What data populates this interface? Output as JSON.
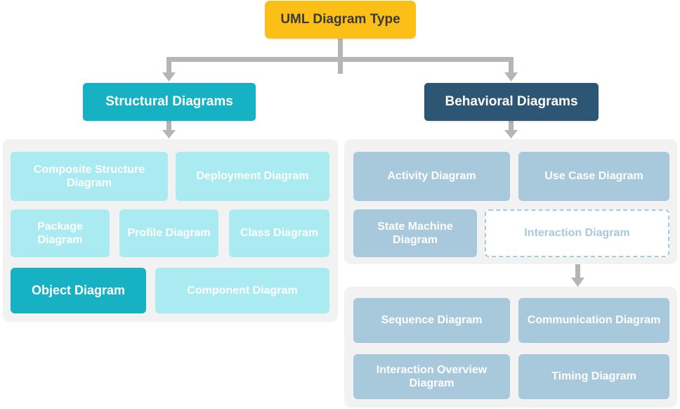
{
  "diagram": {
    "title": "UML Diagram Type",
    "colors": {
      "root": "#FBBF18",
      "structural_branch": "#16B2C3",
      "behavioral_branch": "#2C5674",
      "structural_leaf": "#A9EBF0",
      "structural_leaf_highlight": "#16B2C3",
      "behavioral_leaf": "#A8C9DC",
      "panel_background": "#F2F2F2",
      "connector": "#B5B5B5",
      "canvas": "#FFFFFF"
    },
    "root": {
      "label": "UML Diagram Type"
    },
    "branches": [
      {
        "id": "structural",
        "label": "Structural Diagrams",
        "children": [
          {
            "label": "Composite Structure Diagram",
            "highlighted": false
          },
          {
            "label": "Deployment Diagram",
            "highlighted": false
          },
          {
            "label": "Package Diagram",
            "highlighted": false
          },
          {
            "label": "Profile Diagram",
            "highlighted": false
          },
          {
            "label": "Class Diagram",
            "highlighted": false
          },
          {
            "label": "Object Diagram",
            "highlighted": true
          },
          {
            "label": "Component Diagram",
            "highlighted": false
          }
        ]
      },
      {
        "id": "behavioral",
        "label": "Behavioral Diagrams",
        "children": [
          {
            "label": "Activity Diagram",
            "style": "filled"
          },
          {
            "label": "Use Case Diagram",
            "style": "filled"
          },
          {
            "label": "State Machine Diagram",
            "style": "filled"
          },
          {
            "label": "Interaction Diagram",
            "style": "dashed"
          }
        ],
        "sub_group": {
          "parent": "Interaction Diagram",
          "children": [
            {
              "label": "Sequence Diagram"
            },
            {
              "label": "Communication Diagram"
            },
            {
              "label": "Interaction Overview Diagram"
            },
            {
              "label": "Timing Diagram"
            }
          ]
        }
      }
    ]
  }
}
